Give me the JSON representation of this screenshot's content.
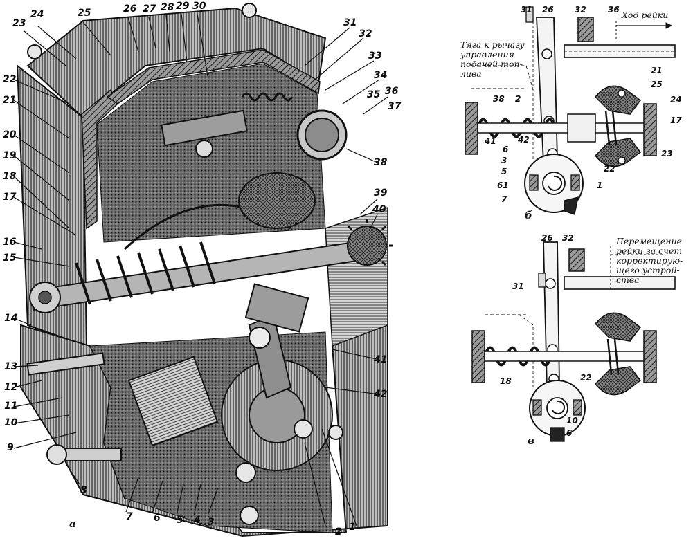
{
  "panel_a": {
    "subfigure_label": "а",
    "callouts": [
      "1",
      "2",
      "3",
      "4",
      "5",
      "6",
      "7",
      "8",
      "9",
      "10",
      "11",
      "12",
      "13",
      "14",
      "15",
      "16",
      "17",
      "18",
      "19",
      "20",
      "21",
      "22",
      "23",
      "24",
      "25",
      "26",
      "27",
      "28",
      "29",
      "30",
      "31",
      "32",
      "33",
      "34",
      "35",
      "36",
      "37",
      "38",
      "39",
      "40",
      "41",
      "42"
    ]
  },
  "panel_b": {
    "subfigure_label": "б",
    "annotation_rack_travel": "Ход рейки",
    "annotation_linkage": [
      "Тяга к рычагу",
      "управления",
      "подачей топ-",
      "лива"
    ],
    "callouts": [
      "31",
      "26",
      "32",
      "36",
      "21",
      "25",
      "24",
      "17",
      "38",
      "2",
      "41",
      "42",
      "6",
      "3",
      "5",
      "61",
      "7",
      "1",
      "22",
      "23"
    ]
  },
  "panel_c": {
    "subfigure_label": "в",
    "annotation_corrector": [
      "Перемещение",
      "рейки за счет",
      "корректирую-",
      "щего устрой-",
      "ства"
    ],
    "callouts": [
      "26",
      "32",
      "31",
      "18",
      "22",
      "10",
      "6"
    ]
  },
  "colors": {
    "ink": "#111111",
    "hatch": "#333333",
    "paper": "#ffffff",
    "mid": "#5a5a5a",
    "dark": "#2a2a2a"
  }
}
